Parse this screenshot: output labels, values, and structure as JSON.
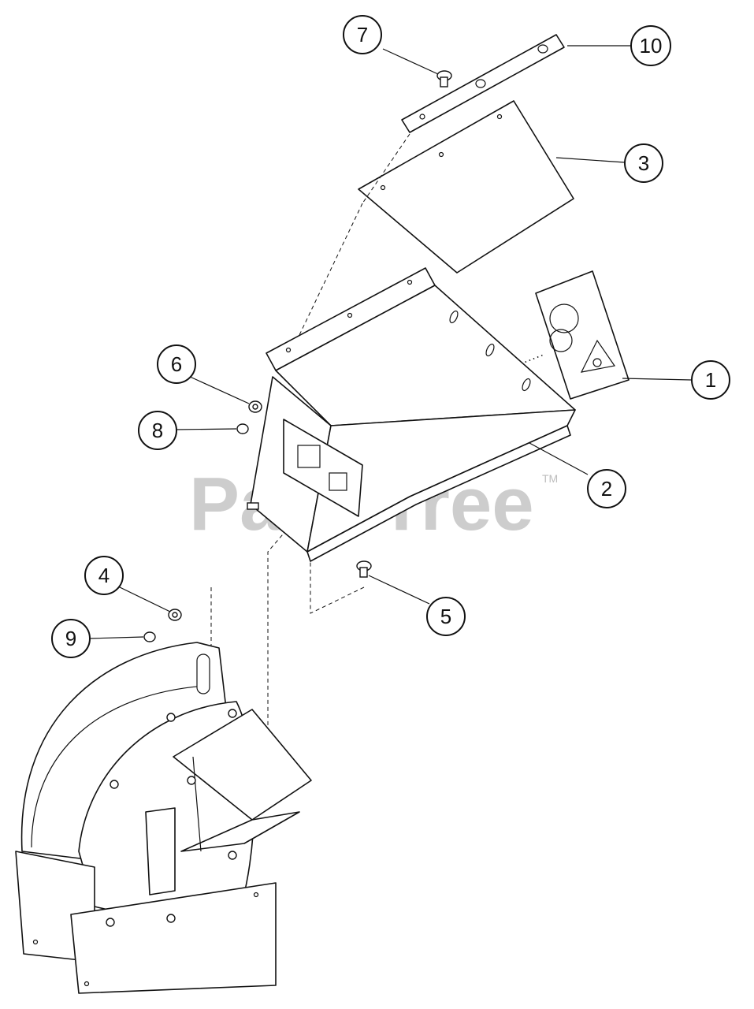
{
  "watermark": {
    "text": "PartsTree",
    "trademark": "TM",
    "color": "#bdbdbd"
  },
  "callouts": [
    {
      "id": "1",
      "label": "1"
    },
    {
      "id": "2",
      "label": "2"
    },
    {
      "id": "3",
      "label": "3"
    },
    {
      "id": "4",
      "label": "4"
    },
    {
      "id": "5",
      "label": "5"
    },
    {
      "id": "6",
      "label": "6"
    },
    {
      "id": "7",
      "label": "7"
    },
    {
      "id": "8",
      "label": "8"
    },
    {
      "id": "9",
      "label": "9"
    },
    {
      "id": "10",
      "label": "10"
    }
  ]
}
